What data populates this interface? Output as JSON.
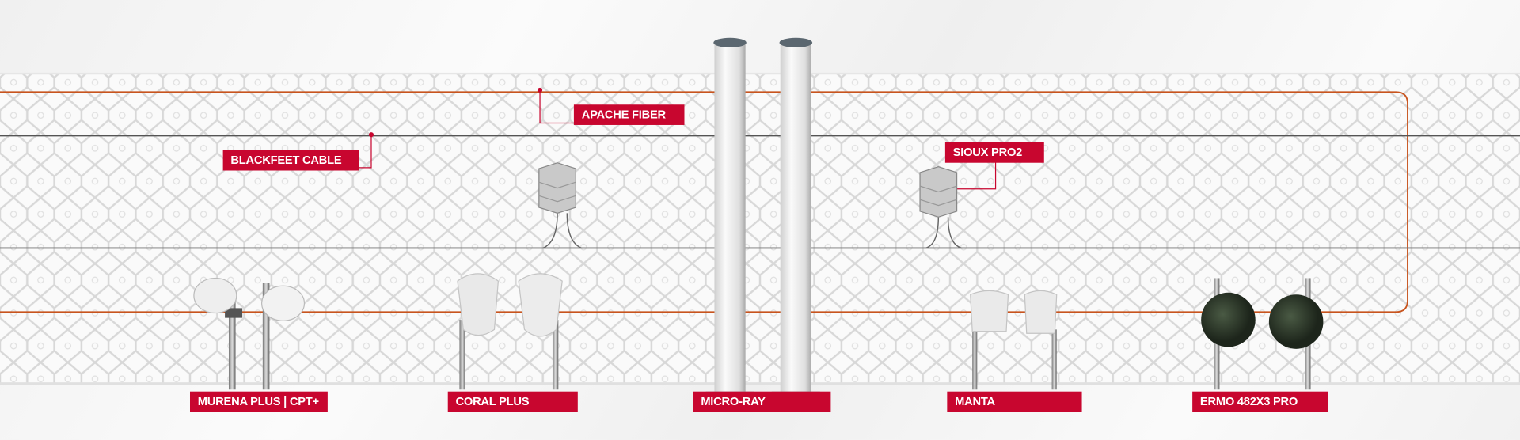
{
  "callouts": {
    "apache": "APACHE FIBER",
    "blackfeet": "BLACKFEET CABLE",
    "sioux": "SIOUX PRO2"
  },
  "products": [
    {
      "label": "MURENA PLUS | CPT+"
    },
    {
      "label": "CORAL PLUS"
    },
    {
      "label": "MICRO-RAY"
    },
    {
      "label": "MANTA"
    },
    {
      "label": "ERMO 482X3 PRO"
    }
  ],
  "colors": {
    "accent": "#c8062f",
    "fiber": "#c8541e",
    "cable": "#555555"
  }
}
